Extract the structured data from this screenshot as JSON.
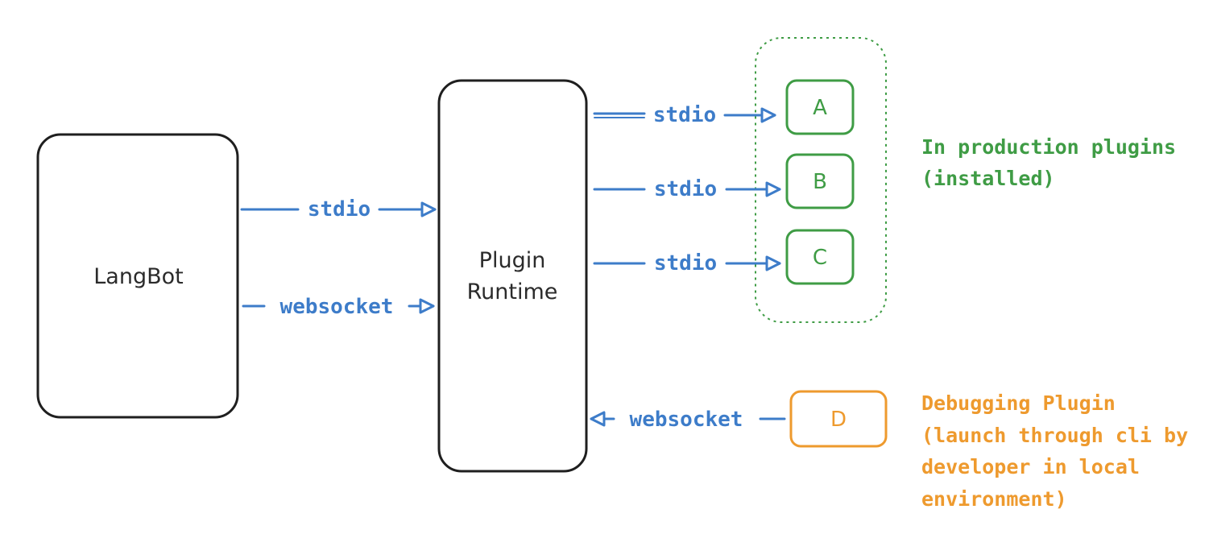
{
  "colors": {
    "stroke": "#1f1f1f",
    "connector": "#3d7cc9",
    "installed": "#3f9c45",
    "debug": "#ee9a2e",
    "background": "#ffffff"
  },
  "nodes": {
    "langbot": {
      "label": "LangBot"
    },
    "runtime": {
      "line1": "Plugin",
      "line2": "Runtime"
    },
    "plugin_a": {
      "label": "A"
    },
    "plugin_b": {
      "label": "B"
    },
    "plugin_c": {
      "label": "C"
    },
    "plugin_d": {
      "label": "D"
    }
  },
  "edges": {
    "langbot_runtime_stdio": "stdio",
    "langbot_runtime_ws": "websocket",
    "runtime_a": "stdio",
    "runtime_b": "stdio",
    "runtime_c": "stdio",
    "d_runtime": "websocket"
  },
  "notes": {
    "installed": {
      "line1": "In production plugins",
      "line2": "(installed)"
    },
    "debugging": {
      "line1": "Debugging Plugin",
      "line2": "(launch through cli by",
      "line3": "developer in local",
      "line4": "environment)"
    }
  }
}
